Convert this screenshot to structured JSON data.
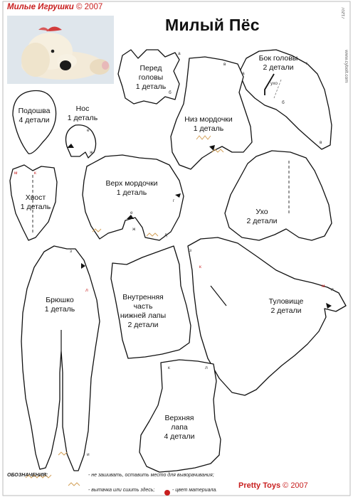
{
  "header": {
    "brand_title": "Милые Игрушки",
    "brand_year": "© 2007",
    "pattern_title": "Милый Пёс",
    "code": "71207",
    "site": "www.cybolt.com"
  },
  "pieces": {
    "perednyaya": {
      "l1": "Перед",
      "l2": "головы",
      "l3": "1 деталь"
    },
    "bok": {
      "l1": "Бок головы",
      "l2": "2 детали"
    },
    "podoshva": {
      "l1": "Подошва",
      "l2": "4 детали"
    },
    "nos": {
      "l1": "Нос",
      "l2": "1 деталь"
    },
    "niz": {
      "l1": "Низ мордочки",
      "l2": "1 деталь"
    },
    "verh": {
      "l1": "Верх мордочки",
      "l2": "1 деталь"
    },
    "hvost": {
      "l1": "Хвост",
      "l2": "1 деталь"
    },
    "uho": {
      "l1": "Ухо",
      "l2": "2 детали"
    },
    "bryushko": {
      "l1": "Брюшко",
      "l2": "1 деталь"
    },
    "vnutr": {
      "l1": "Внутренняя",
      "l2": "часть",
      "l3": "нижней лапы",
      "l4": "2 детали"
    },
    "tulovishe": {
      "l1": "Туловище",
      "l2": "2 детали"
    },
    "verhnyaya": {
      "l1": "Верхняя",
      "l2": "лапа",
      "l3": "4 детали"
    }
  },
  "marks": {
    "a": "а",
    "b": "б",
    "v": "в",
    "g": "г",
    "d": "д",
    "e": "е",
    "zh": "ж",
    "z": "з",
    "i": "и",
    "k": "к",
    "l": "л",
    "m": "м",
    "uho": "ухо"
  },
  "legend": {
    "label": "ОБОЗНАЧЕНИЯ:",
    "item1": "- не зашивать, оставить место для выворачивания;",
    "item2": "- вытачка или сшить здесь;",
    "item3": "- цвет материала."
  },
  "footer": {
    "brand": "Pretty Toys",
    "year": "© 2007"
  },
  "colors": {
    "accent": "#c81e1e",
    "outline": "#111111"
  }
}
